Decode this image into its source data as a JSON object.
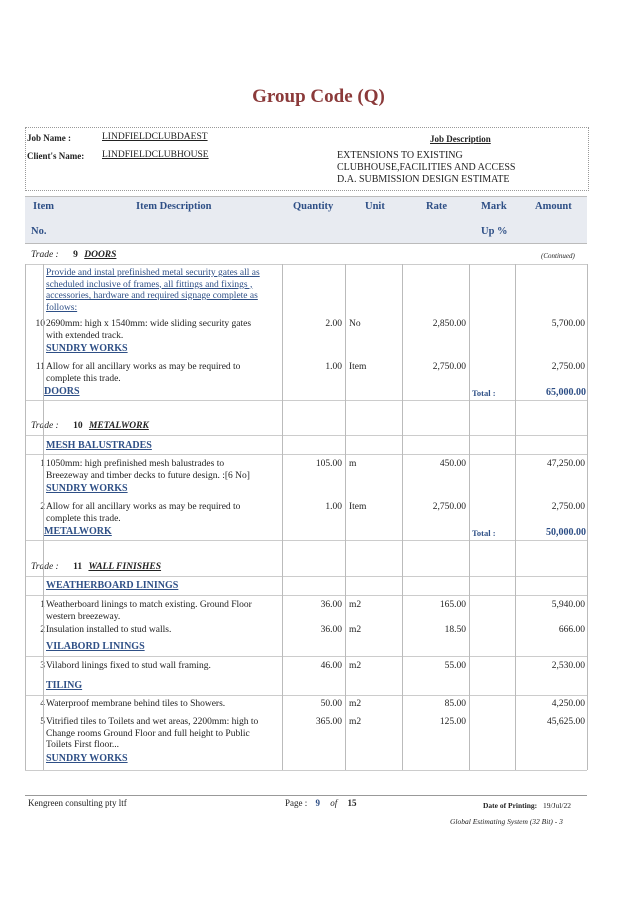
{
  "title": "Group Code (Q)",
  "job": {
    "job_name_label": "Job Name :",
    "job_name": "LINDFIELDCLUBDAEST",
    "client_label": "Client's Name:",
    "client": "LINDFIELDCLUBHOUSE",
    "desc_label": "Job Description",
    "desc_lines": [
      "EXTENSIONS TO EXISTING",
      "CLUBHOUSE,FACILITIES AND ACCESS",
      "D.A. SUBMISSION DESIGN ESTIMATE"
    ]
  },
  "columns": {
    "item": "Item",
    "item2": "No.",
    "description": "Item Description",
    "quantity": "Quantity",
    "unit": "Unit",
    "rate": "Rate",
    "mark": "Mark",
    "mark2": "Up %",
    "amount": "Amount"
  },
  "trade_label": "Trade :",
  "total_label": "Total :",
  "continued": "(Continued)",
  "trades": [
    {
      "num": "9",
      "name": "DOORS",
      "pre_text": [
        "Provide and instal prefinished metal security gates all as",
        "scheduled inclusive of frames, all fittings and fixings ,",
        "accessories, hardware and required signage complete as",
        "follows:"
      ],
      "items": [
        {
          "no": "10",
          "desc": [
            "2690mm: high x 1540mm: wide sliding security gates",
            "with extended track."
          ],
          "qty": "2.00",
          "unit": "No",
          "rate": "2,850.00",
          "amount": "5,700.00"
        },
        {
          "section": "SUNDRY WORKS"
        },
        {
          "no": "11",
          "desc": [
            "Allow for all ancillary works as may be required to",
            "complete this trade."
          ],
          "qty": "1.00",
          "unit": "Item",
          "rate": "2,750.00",
          "amount": "2,750.00"
        }
      ],
      "total_name": "DOORS",
      "total": "65,000.00"
    },
    {
      "num": "10",
      "name": "METALWORK",
      "items": [
        {
          "section": "MESH BALUSTRADES"
        },
        {
          "no": "1",
          "desc": [
            "1050mm: high prefinished mesh balustrades to",
            "Breezeway and  timber decks to future design. :[6 No]"
          ],
          "qty": "105.00",
          "unit": "m",
          "rate": "450.00",
          "amount": "47,250.00"
        },
        {
          "section": "SUNDRY WORKS"
        },
        {
          "no": "2",
          "desc": [
            "Allow for all ancillary works as may be required to",
            "complete this trade."
          ],
          "qty": "1.00",
          "unit": "Item",
          "rate": "2,750.00",
          "amount": "2,750.00"
        }
      ],
      "total_name": "METALWORK",
      "total": "50,000.00"
    },
    {
      "num": "11",
      "name": "WALL FINISHES",
      "items": [
        {
          "section": "WEATHERBOARD LININGS"
        },
        {
          "no": "1",
          "desc": [
            "Weatherboard linings to match existing. Ground Floor",
            "western breezeway."
          ],
          "qty": "36.00",
          "unit": "m2",
          "rate": "165.00",
          "amount": "5,940.00"
        },
        {
          "no": "2",
          "desc": [
            "Insulation installed to stud walls."
          ],
          "qty": "36.00",
          "unit": "m2",
          "rate": "18.50",
          "amount": "666.00"
        },
        {
          "section": "VILABORD LININGS"
        },
        {
          "no": "3",
          "desc": [
            "Vilabord linings fixed to stud wall framing."
          ],
          "qty": "46.00",
          "unit": "m2",
          "rate": "55.00",
          "amount": "2,530.00"
        },
        {
          "section": "TILING"
        },
        {
          "no": "4",
          "desc": [
            "Waterproof membrane behind  tiles to Showers."
          ],
          "qty": "50.00",
          "unit": "m2",
          "rate": "85.00",
          "amount": "4,250.00"
        },
        {
          "no": "5",
          "desc": [
            "Vitrified tiles to Toilets and wet areas, 2200mm: high to",
            "Change rooms Ground Floor and full height to Public",
            "Toilets First floor..."
          ],
          "qty": "365.00",
          "unit": "m2",
          "rate": "125.00",
          "amount": "45,625.00"
        },
        {
          "section": "SUNDRY WORKS"
        }
      ]
    }
  ],
  "footer": {
    "company": "Kengreen consulting pty ltf",
    "page_label": "Page :",
    "page": "9",
    "of": "of",
    "pages": "15",
    "date_label": "Date of Printing:",
    "date": "19/Jul/22",
    "system": "Global Estimating System  (32 Bit)  - 3"
  }
}
